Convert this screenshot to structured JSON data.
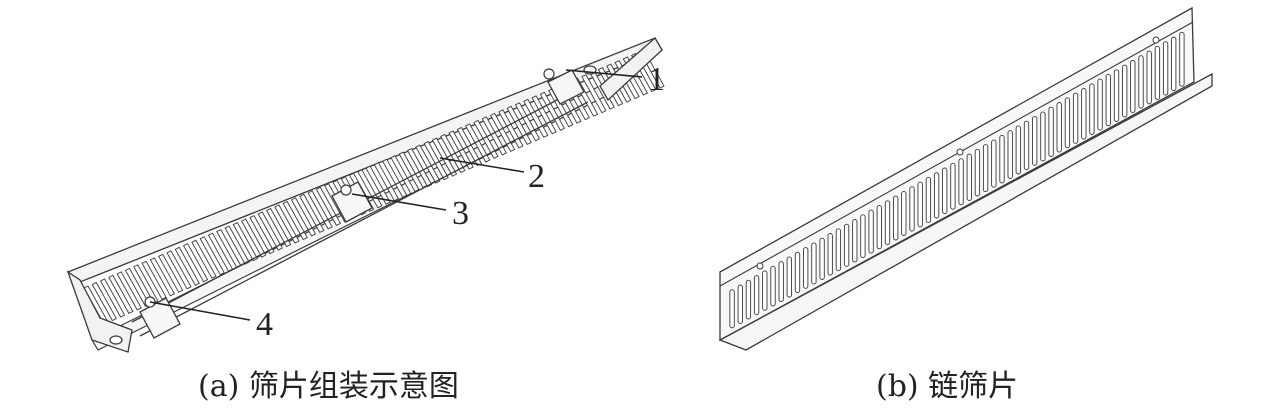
{
  "panel_a": {
    "caption": "(a) 筛片组装示意图",
    "callouts": [
      {
        "label": "1"
      },
      {
        "label": "2"
      },
      {
        "label": "3"
      },
      {
        "label": "4"
      }
    ]
  },
  "panel_b": {
    "caption": "(b) 链筛片"
  },
  "colors": {
    "line": "#3a3a3a",
    "fill": "#f4f4f4",
    "text": "#222222"
  }
}
